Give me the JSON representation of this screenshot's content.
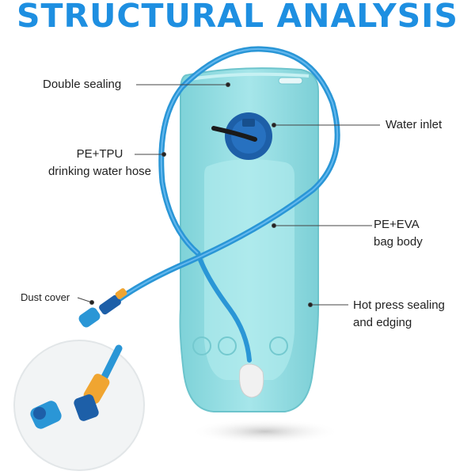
{
  "title": "STRUCTURAL ANALYSIS",
  "labels": {
    "double_sealing": "Double sealing",
    "water_inlet": "Water inlet",
    "hose_line1": "PE+TPU",
    "hose_line2": "drinking water hose",
    "body_line1": "PE+EVA",
    "body_line2": "bag body",
    "dust_cover": "Dust cover",
    "hot_line1": "Hot press sealing",
    "hot_line2": "and edging"
  },
  "colors": {
    "title": "#1e8fe1",
    "bag": "#8fdbe0",
    "hose": "#2a96d6",
    "cap": "#1d5fa8"
  }
}
